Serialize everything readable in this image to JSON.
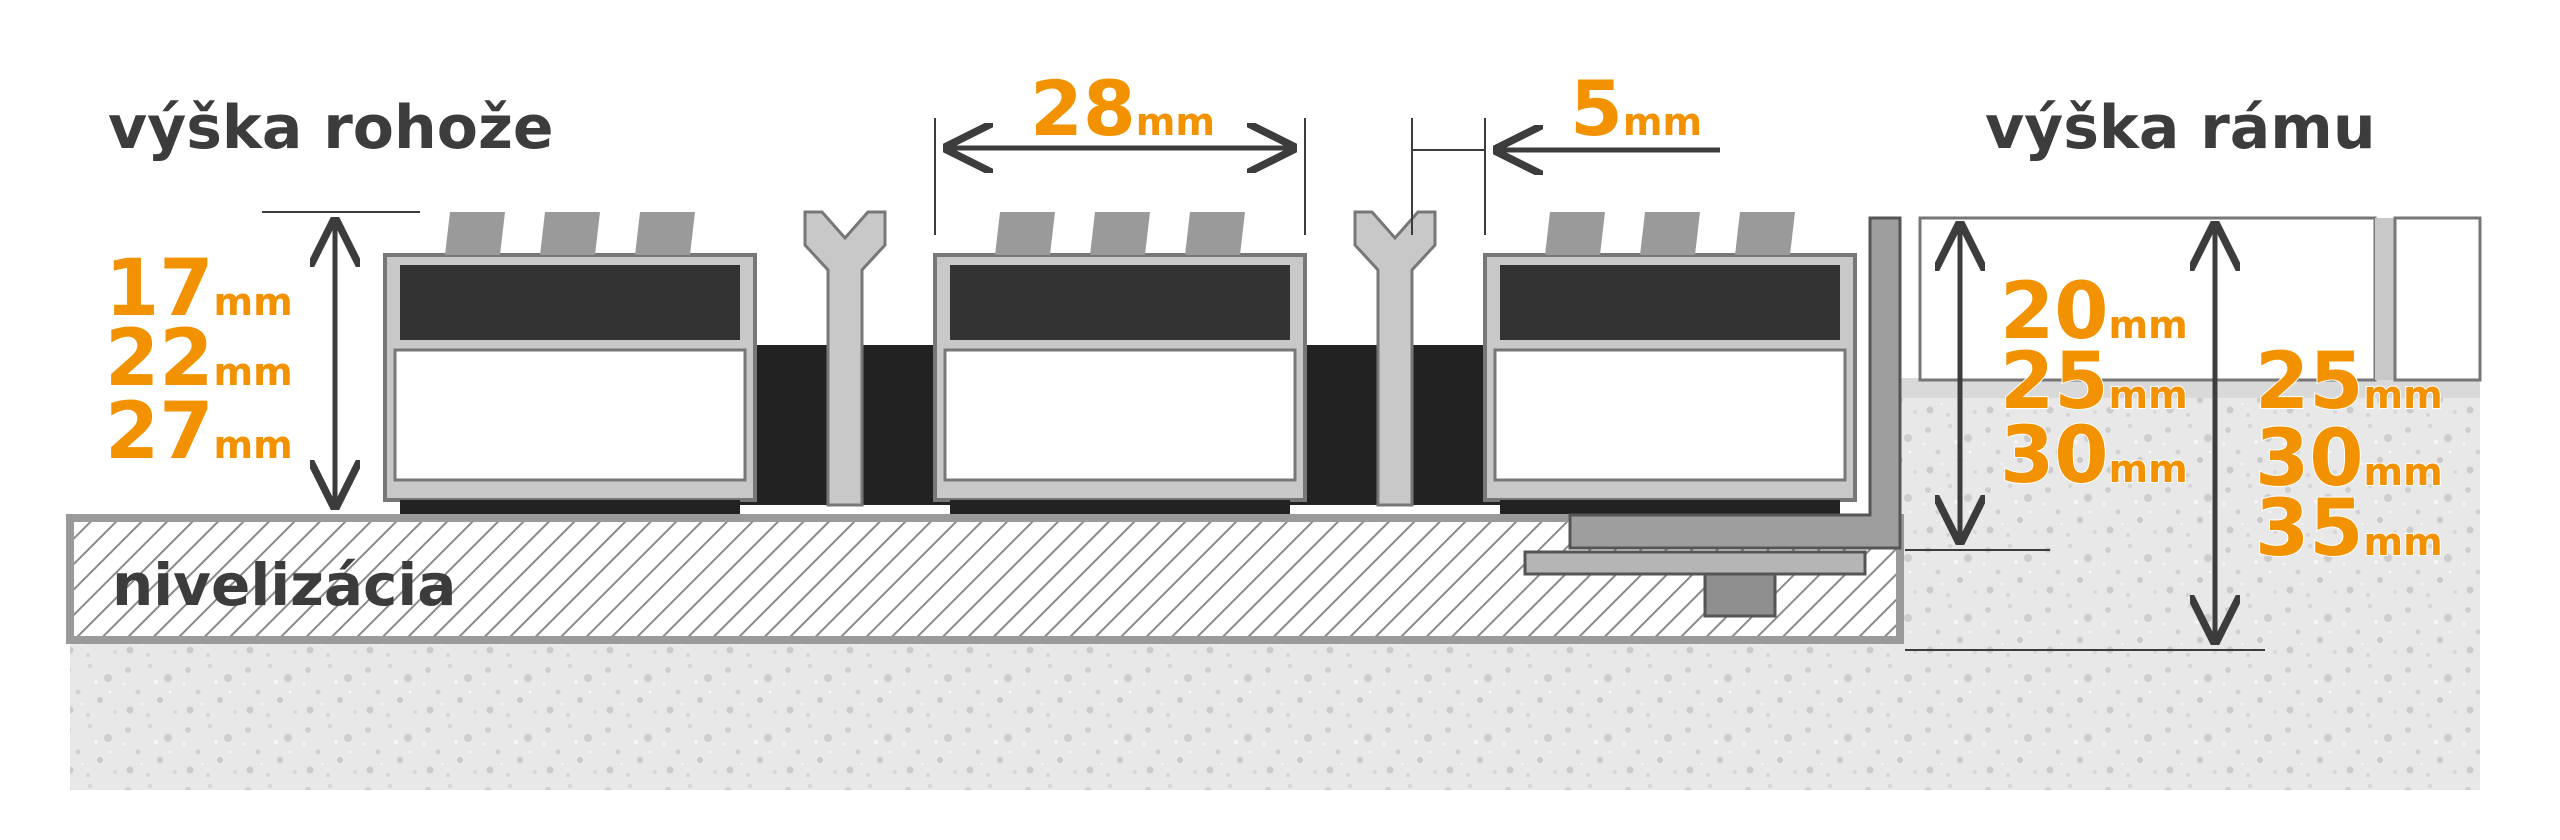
{
  "title_mat_height": "výška rohože",
  "title_frame_height": "výška rámu",
  "leveling_label": "nivelizácia",
  "unit": "mm",
  "profile_width_value": "28",
  "gap_width_value": "5",
  "mat_heights": [
    "17",
    "22",
    "27"
  ],
  "frame_heights_inner": [
    "20",
    "25",
    "30"
  ],
  "frame_heights_outer": [
    "25",
    "30",
    "35"
  ],
  "colors": {
    "orange": "#f39200",
    "label_dark": "#3c3c3c",
    "insert_dark": "#333333",
    "profile_grey": "#c8c8c8",
    "floor_grey": "#e6e6e6"
  }
}
